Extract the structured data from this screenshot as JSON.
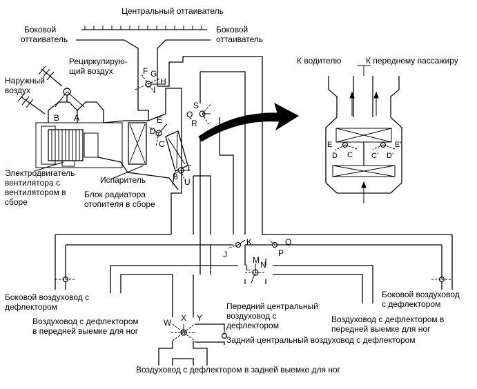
{
  "labels": {
    "central_defroster": "Центральный оттаиватель",
    "side_defroster": [
      "Боковой",
      "оттаиватель"
    ],
    "recirc_air": [
      "Рециркулирую-",
      "щий воздух"
    ],
    "outside_air": [
      "Наружный",
      "воздух"
    ],
    "blower_motor": [
      "Электродвигатель",
      "вентилятора с",
      "вентилятором в",
      "сборе"
    ],
    "evaporator": "Испаритель",
    "heater_core": [
      "Блок радиатора",
      "отопителя в сборе"
    ],
    "to_driver": "К водителю",
    "to_front_passenger": "К переднему пассажиру",
    "side_duct_left": [
      "Боковой воздуховод с",
      "дефлектором"
    ],
    "side_duct_right": [
      "Боковой воздуховод",
      "с дефлектором"
    ],
    "front_foot_left": [
      "Воздуховод с дефлектором",
      "в передней выемке для ног"
    ],
    "front_foot_right": [
      "Воздуховод с дефлектором в",
      "передней выемке для ног"
    ],
    "front_center": [
      "Передний центральный",
      "воздуховод с",
      "дефлектором"
    ],
    "rear_center": "Задний центральный воздуховод с дефлектором",
    "rear_foot": "Воздуховод с дефлектором в задней выемке для ног"
  },
  "damper_letters": {
    "F": "F",
    "G": "G",
    "H": "H",
    "I": "I",
    "A": "A",
    "B": "B",
    "E": "E",
    "D": "D",
    "C": "C",
    "S": "S",
    "Q": "Q",
    "R": "R",
    "T": "T",
    "B2": "B",
    "U": "U",
    "K": "K",
    "J": "J",
    "O": "O",
    "P": "P",
    "M": "M",
    "L": "L",
    "N": "N",
    "W": "W",
    "X": "X",
    "Y": "Y",
    "inset_E": "E",
    "inset_D": "D",
    "inset_C": "C",
    "inset_C2": "C'",
    "inset_D2": "D'",
    "inset_E2": "E'"
  }
}
